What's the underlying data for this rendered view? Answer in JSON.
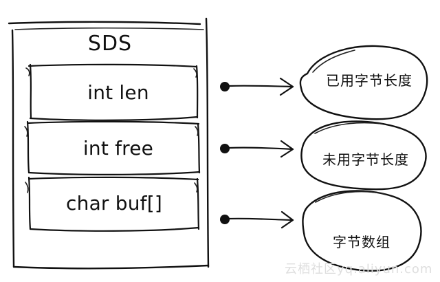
{
  "diagram": {
    "title": "SDS",
    "fields": [
      "int len",
      "int free",
      "char buf[]"
    ],
    "labels": [
      "已用字节长度",
      "未用字节长度",
      "字节数组"
    ],
    "watermark": "云栖社区yq.aliyun.com"
  }
}
